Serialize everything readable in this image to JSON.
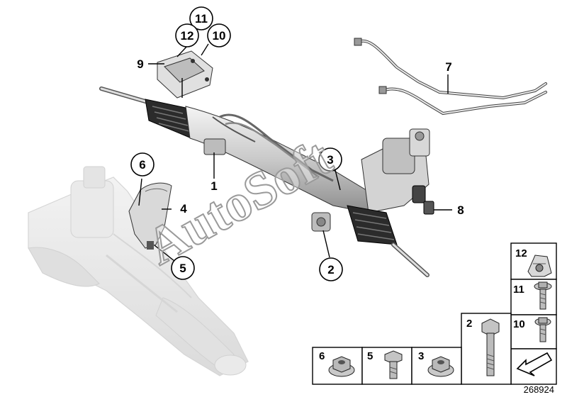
{
  "callouts": {
    "c1": "1",
    "c2": "2",
    "c3": "3",
    "c4": "4",
    "c5": "5",
    "c6": "6",
    "c7": "7",
    "c8": "8",
    "c9": "9",
    "c10": "10",
    "c11": "11",
    "c12": "12"
  },
  "parts_table": {
    "bottom_row": [
      {
        "label": "6",
        "icon": "flange-nut"
      },
      {
        "label": "5",
        "icon": "hex-bolt-short"
      },
      {
        "label": "3",
        "icon": "flange-nut"
      },
      {
        "label": "2",
        "icon": "hex-bolt-long"
      }
    ],
    "right_column": [
      {
        "label": "12",
        "icon": "speed-nut-clip"
      },
      {
        "label": "11",
        "icon": "torx-screw"
      },
      {
        "label": "10",
        "icon": "torx-screw-short"
      }
    ],
    "arrow_cell_icon": "direction-arrow"
  },
  "watermark": "AutoSoft",
  "reference_number": "268924",
  "colors": {
    "line": "#000000",
    "part_fill": "#e6e6e6",
    "part_shade": "#bdbdbd",
    "ghost": "#d9d9d9",
    "table_bg": "#ffffff"
  }
}
